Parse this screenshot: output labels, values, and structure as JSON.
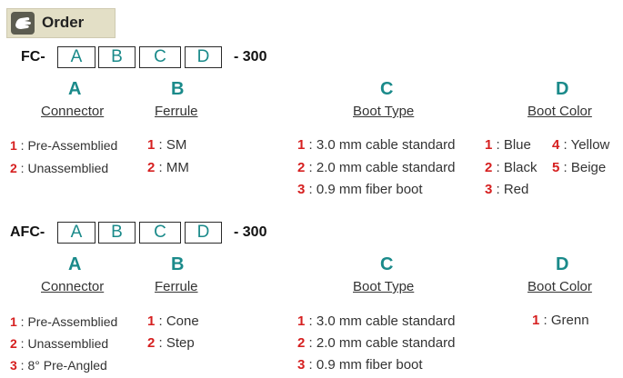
{
  "header": {
    "title": "Order",
    "icon": "hand-icon"
  },
  "colors": {
    "accent": "#1a8a8a",
    "number": "#d62020",
    "header_bg": "#e3dfc6"
  },
  "fc": {
    "prefix": "FC-",
    "boxes": [
      "A",
      "B",
      "C",
      "D"
    ],
    "suffix": "- 300",
    "columns": {
      "A": {
        "letter": "A",
        "heading": "Connector",
        "options": [
          {
            "n": "1",
            "text": " : Pre-Assemblied"
          },
          {
            "n": "2",
            "text": " : Unassemblied"
          }
        ]
      },
      "B": {
        "letter": "B",
        "heading": "Ferrule",
        "options": [
          {
            "n": "1",
            "text": " : SM"
          },
          {
            "n": "2",
            "text": " : MM"
          }
        ]
      },
      "C": {
        "letter": "C",
        "heading": "Boot Type",
        "options": [
          {
            "n": "1",
            "text": " : 3.0 mm cable standard"
          },
          {
            "n": "2",
            "text": " : 2.0 mm cable standard"
          },
          {
            "n": "3",
            "text": " : 0.9 mm fiber boot"
          }
        ]
      },
      "D": {
        "letter": "D",
        "heading": "Boot Color",
        "options": [
          {
            "n": "1",
            "text": " : Blue"
          },
          {
            "n": "2",
            "text": " : Black"
          },
          {
            "n": "3",
            "text": " : Red"
          },
          {
            "n": "4",
            "text": " : Yellow"
          },
          {
            "n": "5",
            "text": " : Beige"
          }
        ]
      }
    }
  },
  "afc": {
    "prefix": "AFC-",
    "boxes": [
      "A",
      "B",
      "C",
      "D"
    ],
    "suffix": "- 300",
    "columns": {
      "A": {
        "letter": "A",
        "heading": "Connector",
        "options": [
          {
            "n": "1",
            "text": " : Pre-Assemblied"
          },
          {
            "n": "2",
            "text": " : Unassemblied"
          },
          {
            "n": "3",
            "text": " : 8° Pre-Angled"
          }
        ]
      },
      "B": {
        "letter": "B",
        "heading": "Ferrule",
        "options": [
          {
            "n": "1",
            "text": " : Cone"
          },
          {
            "n": "2",
            "text": " : Step"
          }
        ]
      },
      "C": {
        "letter": "C",
        "heading": "Boot Type",
        "options": [
          {
            "n": "1",
            "text": " : 3.0 mm cable standard"
          },
          {
            "n": "2",
            "text": " : 2.0 mm cable standard"
          },
          {
            "n": "3",
            "text": " : 0.9 mm fiber boot"
          }
        ]
      },
      "D": {
        "letter": "D",
        "heading": "Boot Color",
        "options": [
          {
            "n": "1",
            "text": " : Grenn"
          }
        ]
      }
    }
  }
}
